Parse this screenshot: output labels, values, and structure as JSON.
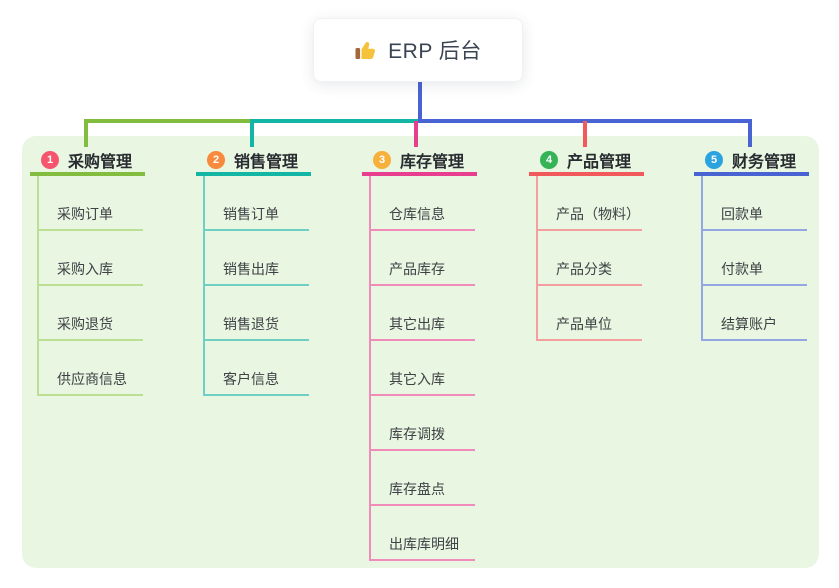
{
  "root": {
    "label": "ERP 后台",
    "icon": "thumbs-up-icon"
  },
  "colors": {
    "page_background": "#ffffff",
    "panel_background": "#e9f6e2",
    "root_text": "#3b4454",
    "root_connector": "#4a63d2",
    "branch_text": "#282b30",
    "child_text": "#3e4145",
    "thumb_yellow": "#f5c33b",
    "thumb_cuff_brown": "#a3673a"
  },
  "branches": [
    {
      "index": "1",
      "label": "采购管理",
      "badge_color": "#f6566d",
      "line_color": "#82bd40",
      "child_line_color": "#bcdf93",
      "children": [
        "采购订单",
        "采购入库",
        "采购退货",
        "供应商信息"
      ]
    },
    {
      "index": "2",
      "label": "销售管理",
      "badge_color": "#f78a3d",
      "line_color": "#13b5a5",
      "child_line_color": "#6fcfc2",
      "children": [
        "销售订单",
        "销售出库",
        "销售退货",
        "客户信息"
      ]
    },
    {
      "index": "3",
      "label": "库存管理",
      "badge_color": "#f7b03a",
      "line_color": "#e83e8f",
      "child_line_color": "#f18cba",
      "children": [
        "仓库信息",
        "产品库存",
        "其它出库",
        "其它入库",
        "库存调拨",
        "库存盘点",
        "出库库明细"
      ]
    },
    {
      "index": "4",
      "label": "产品管理",
      "badge_color": "#35b457",
      "line_color": "#f2595c",
      "child_line_color": "#f49e9f",
      "children": [
        "产品（物料）",
        "产品分类",
        "产品单位"
      ]
    },
    {
      "index": "5",
      "label": "财务管理",
      "badge_color": "#2ba3de",
      "line_color": "#4a63d2",
      "child_line_color": "#94a6e3",
      "children": [
        "回款单",
        "付款单",
        "结算账户"
      ]
    }
  ]
}
